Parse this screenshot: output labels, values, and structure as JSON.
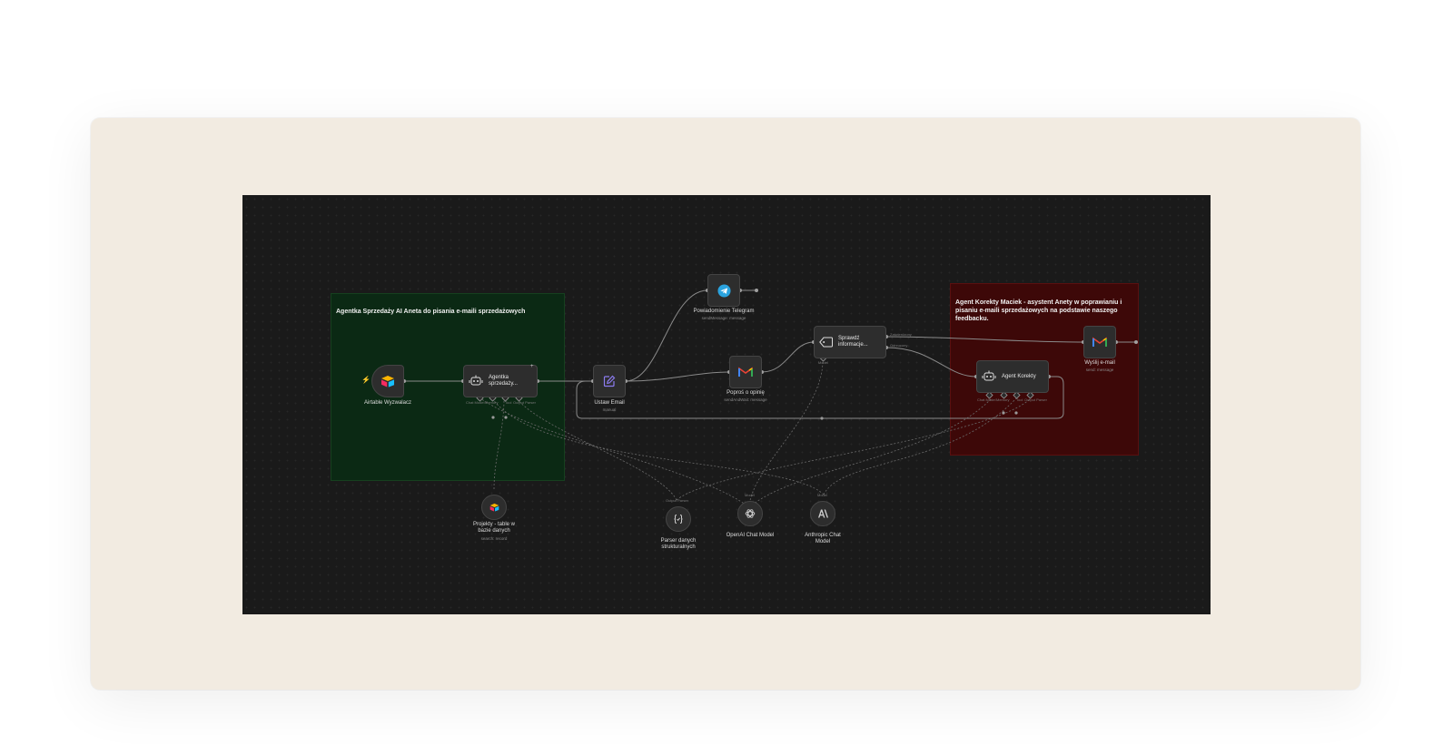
{
  "sticky_notes": {
    "sales": "Agentka Sprzedaży AI Aneta do pisania e-maili sprzedażowych",
    "correction": "Agent Korekty Maciek - asystent Anety w poprawianiu i pisaniu e-maili sprzedażowych na podstawie naszego feedbacku."
  },
  "nodes": {
    "airtable_trigger": {
      "label": "Airtable Wyzwalacz"
    },
    "sales_agent": {
      "title": "Agentka sprzedaży..."
    },
    "set_email": {
      "label": "Ustaw Email",
      "sub": "manual"
    },
    "telegram": {
      "label": "Powiadomienie Telegram",
      "sub": "sendMessage: message"
    },
    "gmail_feedback": {
      "label": "Poproś o opinię",
      "sub": "sendAndWait: message"
    },
    "check_info": {
      "title": "Sprawdź informacje..."
    },
    "correction_agent": {
      "title": "Agent Korekty"
    },
    "send_email": {
      "label": "Wyślij e-mail",
      "sub": "send: message"
    },
    "airtable_projects": {
      "label": "Projekty - table w bazie danych",
      "sub": "search: record"
    },
    "output_parser": {
      "label": "Parser danych strukturalnych",
      "port": "Output Parser"
    },
    "openai_model": {
      "label": "OpenAI Chat Model",
      "port": "Model"
    },
    "anthropic_model": {
      "label": "Anthropic Chat Model",
      "port": "Model"
    }
  },
  "ports": {
    "chat_model": "Chat Model",
    "memory": "Memory",
    "tool": "Tool",
    "output_parser": "Output Parser",
    "model": "Model",
    "approved": "Zatwierdzony",
    "rejected": "Odrzucony"
  },
  "colors": {
    "canvas": "#1a1a1a",
    "sticky_green": "#0b2914",
    "sticky_red": "#3d0808",
    "trigger_bolt": "#ff6d2d",
    "telegram": "#2aa3df",
    "set_icon": "#8c7cf0"
  },
  "icons": {
    "airtable": "airtable-icon",
    "robot": "robot-icon",
    "edit": "edit-icon",
    "telegram": "telegram-icon",
    "gmail": "gmail-icon",
    "tag": "tag-icon",
    "parser": "braces-icon",
    "openai": "openai-icon",
    "anthropic": "anthropic-icon"
  }
}
